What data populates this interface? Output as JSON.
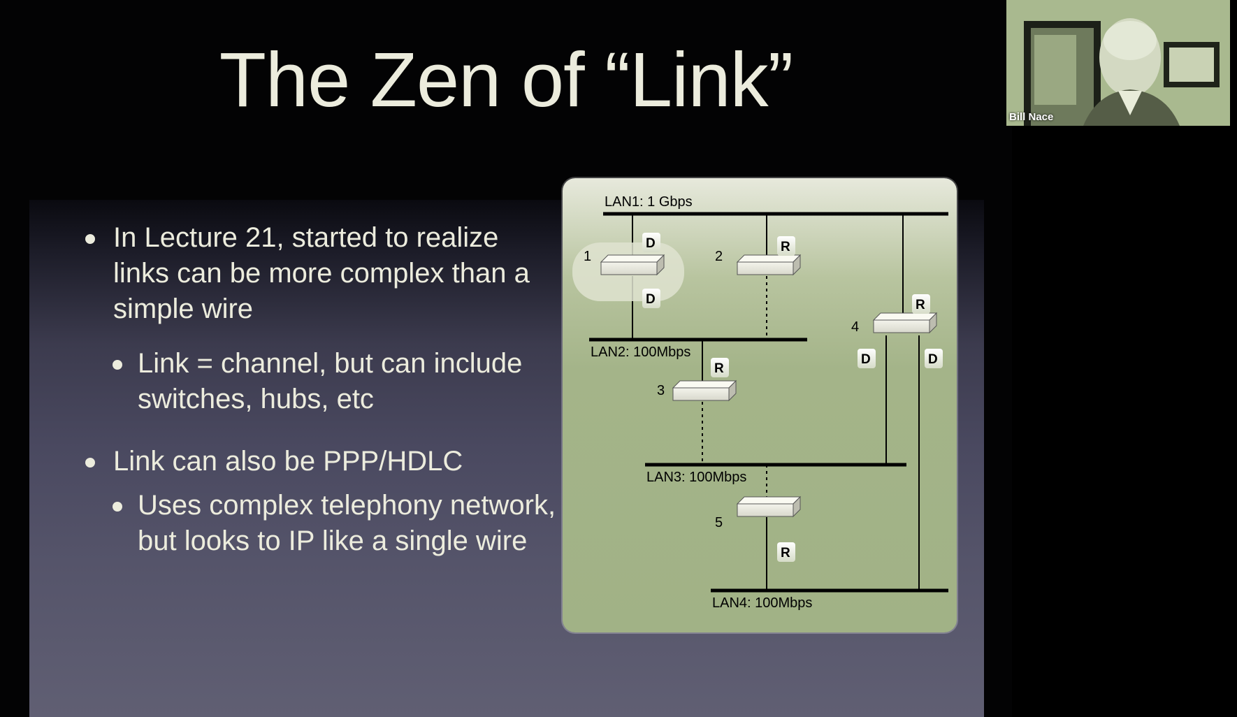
{
  "slide": {
    "title": "The Zen of “Link”",
    "bullets": [
      {
        "level": 1,
        "text": "In Lecture 21, started to realize links can be more complex than a simple wire"
      },
      {
        "level": 2,
        "text": "Link = channel, but can include switches, hubs, etc"
      },
      {
        "level": 1,
        "text": "Link can also be PPP/HDLC"
      },
      {
        "level": 2,
        "text": "Uses complex telephony network, but looks to IP like a single wire"
      }
    ]
  },
  "diagram": {
    "lans": [
      "LAN1: 1 Gbps",
      "LAN2: 100Mbps",
      "LAN3: 100Mbps",
      "LAN4: 100Mbps"
    ],
    "nodes": [
      "1",
      "2",
      "3",
      "4",
      "5"
    ],
    "badges": {
      "designated": "D",
      "root": "R"
    }
  },
  "webcam": {
    "participant_name": "Bill Nace"
  },
  "colors": {
    "text": "#ececdd",
    "diagram_bg": "#a4b489",
    "webcam_bg": "#a9b98f"
  }
}
